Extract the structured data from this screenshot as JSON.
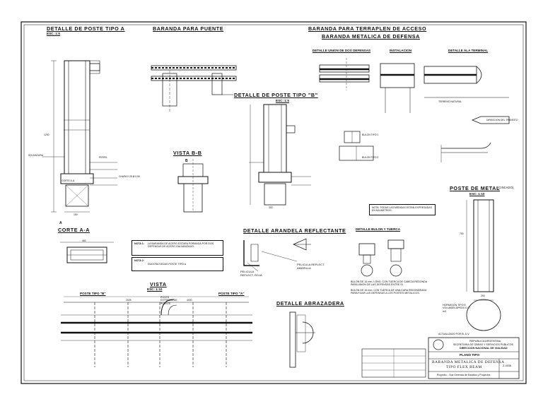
{
  "titles": {
    "detalle_poste_tipo_a": "DETALLE DE POSTE TIPO A",
    "detalle_poste_tipo_a_scale": "ESC: 1:5",
    "baranda_puente": "BARANDA PARA PUENTE",
    "baranda_terraplen": "BARANDA PARA TERRAPLEN DE ACCESO",
    "baranda_metalica": "BARANDA METALICA DE DEFENSA",
    "detalle_union": "DETALLE UNION DE DOS DEFENSAS",
    "instalacion": "INSTALACION",
    "detalle_ala_terminal": "DETALLE ALA TERMINAL",
    "detalle_poste_tipo_b": "DETALLE DE POSTE TIPO \"B\"",
    "detalle_poste_tipo_b_scale": "ESC: 1:5",
    "vista_bb": "VISTA B-B",
    "poste_metal": "POSTE DE METAL",
    "poste_metal_suffix": "(CINCADO)",
    "poste_metal_scale": "ESC: 1:10",
    "corte_aa": "CORTE A-A",
    "detalle_arandela": "DETALLE ARANDELA REFLECTANTE",
    "detalle_bulon": "DETALLE BULON Y TUERCA",
    "vista": "VISTA",
    "vista_scale": "ESC: 1:10",
    "poste_tipo_b": "POSTE TIPO \"B\"",
    "poste_tipo_a": "POSTE TIPO \"A\"",
    "detalle_abrazadera": "DETALLE ABRAZADERA"
  },
  "notes": {
    "nota_general": "NOTA: TODAS LAS MEDIDAS ESTAN EXPRESADAS EN MILIMETROS",
    "nota_1_title": "NOTA 1:",
    "nota_1_text": "LA BARANDA DE ACERO ESTARA FORMADA POR DOS DEFENSAS DE ACERO GALVANIZADO.",
    "nota_2_title": "NOTA 2:",
    "nota_2_text": "DUDOSA SEDAS POSTE TIPO A",
    "pelicula_roja": "PELICULA REFLECT. ROJA",
    "pelicula_amarilla": "PELICULA REFLECT. AMARILLA",
    "bulon_note_1": "BULON DE 16 mm. LONG. CON TUERCA DE CABEZA REDONDA PARA UNION DE LAS DEFENSAS ENTRE SI.",
    "bulon_note_2": "BULON DE 16 mm. CON TUERCA DE UNA CARA REDONDEADA PARA FIJAR LAS DEFENSAS A LOS POSTES METALICOS.",
    "hormigon": "HORMIGON TIPO E VOLUMEN APROX 0.07 m3",
    "direccion_transito": "DIRECCION DEL TRANSITO",
    "terreno_natural": "TERRENO NATURAL",
    "poste_extremo": "POSTE EXTREMO DE PUENTE",
    "bulon_tipo_1": "BULON TIPO 1",
    "bulon_tipo_2": "BULON TIPO 2",
    "perfil": "PERFIL",
    "soldadura": "SOLDADURA",
    "chapa": "CHAPA 0.25 Ø 0.50",
    "corte_label": "CORTE A-A",
    "a_label": "A",
    "b_label": "B"
  },
  "title_block": {
    "actualizado": "ACTUALIZADO POR EL D.V.",
    "republica": "REPUBLICA ARGENTINA",
    "secretaria": "SECRETARIA DE OBRAS Y SERVICIOS PUBLICOS",
    "direccion": "DIRECCION NACIONAL DE VIALIDAD",
    "plano_tipo": "PLANO TIPO",
    "titulo_1": "BARANDA METALICA DE DEFENSA",
    "titulo_2": "TIPO FLEX BEAM",
    "sheet_no": "Z-4036",
    "footer": "Proyecto: - Sub Gerencia de Estudios y Proyectos"
  },
  "dimensions": {
    "d150": "150",
    "d300": "300",
    "d460": "460",
    "d1200": "1200",
    "d2025": "2025",
    "d4000": "4000",
    "d700": "700",
    "d200": "200"
  }
}
